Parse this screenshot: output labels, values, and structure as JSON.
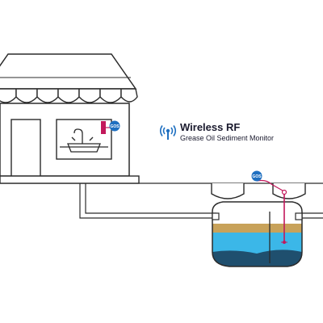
{
  "title": {
    "main": "Wireless RF",
    "subtitle": "Grease Oil Sediment Monitor"
  },
  "device_badge": "GOS",
  "colors": {
    "accent_blue": "#1e6fc0",
    "device_pink": "#c2185b",
    "water_blue": "#3bb7e8",
    "grease_tan": "#c8a25a",
    "sediment_dark": "#1f4f6e",
    "outline": "#2b2b2b"
  },
  "icons": {
    "signal": "wireless-signal-icon",
    "faucet": "faucet-icon"
  }
}
